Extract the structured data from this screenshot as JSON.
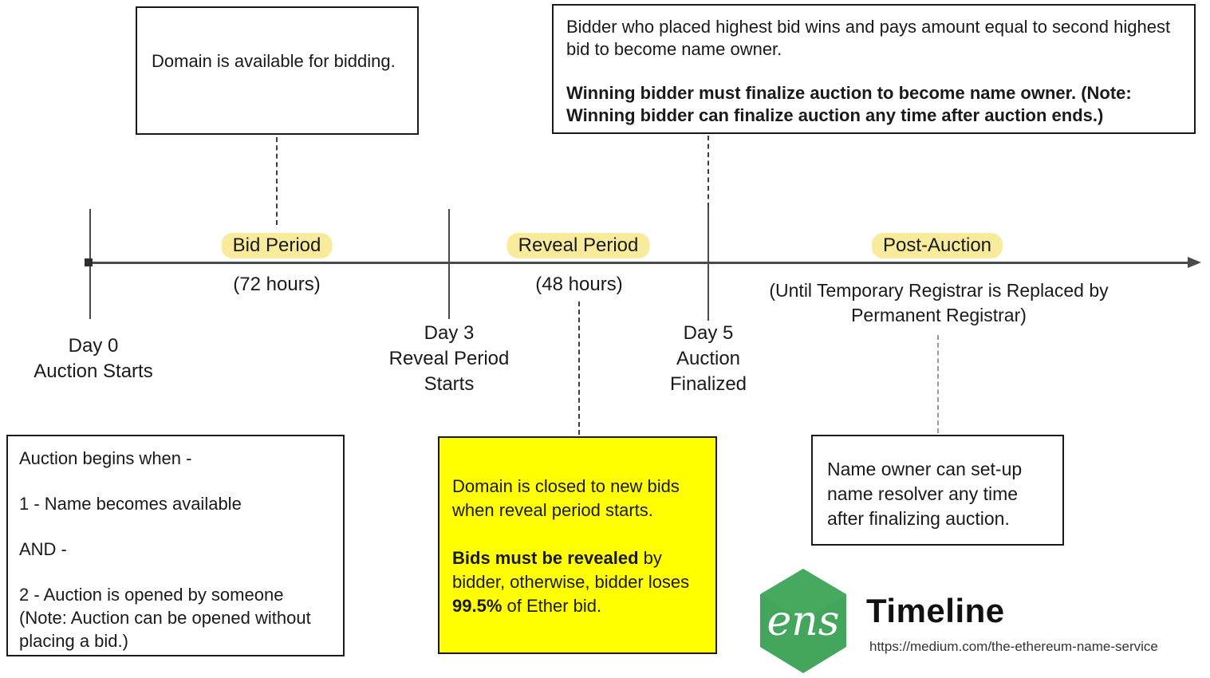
{
  "boxes": {
    "available": {
      "text": "Domain is available for bidding."
    },
    "winner": {
      "p1": "Bidder who placed highest bid wins and pays amount equal to second highest bid to become name owner.",
      "p2": "Winning bidder must finalize auction to become name owner. (Note: Winning bidder can finalize auction any time after auction ends.)"
    },
    "auction_begins": {
      "p1": "Auction begins when -",
      "p2": "1 - Name becomes available",
      "p3": "AND -",
      "p4": "2 - Auction is opened by someone (Note: Auction can be opened without placing a bid.)"
    },
    "reveal_warning": {
      "p1": "Domain is closed to new bids when reveal period starts.",
      "p2_bold_lead": "Bids must be revealed",
      "p2_mid": " by bidder, otherwise, bidder loses ",
      "p2_bold_pct": "99.5%",
      "p2_tail": " of Ether bid."
    },
    "name_owner": {
      "text": "Name owner can set-up name resolver any time after finalizing auction."
    }
  },
  "timeline": {
    "periods": [
      {
        "label": "Bid Period",
        "duration": "(72 hours)"
      },
      {
        "label": "Reveal Period",
        "duration": "(48 hours)"
      },
      {
        "label": "Post-Auction",
        "duration": "(Until Temporary Registrar is Replaced by Permanent Registrar)"
      }
    ],
    "milestones": [
      {
        "day": "Day 0",
        "event": "Auction Starts"
      },
      {
        "day": "Day 3",
        "event": "Reveal Period Starts"
      },
      {
        "day": "Day 5",
        "event": "Auction Finalized"
      }
    ]
  },
  "branding": {
    "logo_text": "ens",
    "title": "Timeline",
    "url": "https://medium.com/the-ethereum-name-service"
  },
  "colors": {
    "highlight_pill": "#F8EC9C",
    "warning_bg": "#FFFF00",
    "ens_green": "#44A55C",
    "line": "#4a4a4a"
  }
}
